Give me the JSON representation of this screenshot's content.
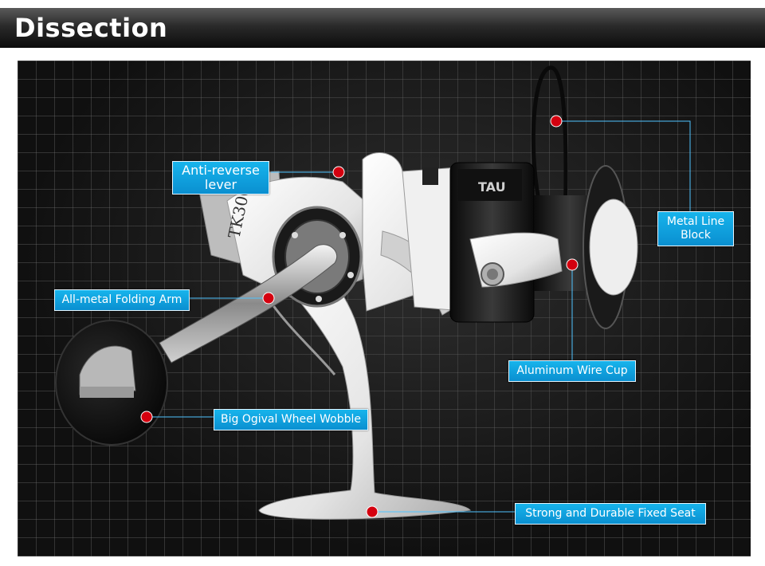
{
  "header": {
    "title": "Dissection"
  },
  "reel": {
    "model": "TK3000"
  },
  "labels": {
    "anti_reverse": "Anti-reverse lever",
    "metal_line_block": "Metal Line Block",
    "folding_arm": "All-metal Folding Arm",
    "wire_cup": "Aluminum Wire Cup",
    "wheel_wobble": "Big Ogival  Wheel Wobble",
    "fixed_seat": "Strong and Durable Fixed Seat"
  },
  "colors": {
    "label_bg": "#0a9ee0",
    "marker": "#d4000f",
    "leader_line": "#4fc3ff"
  }
}
